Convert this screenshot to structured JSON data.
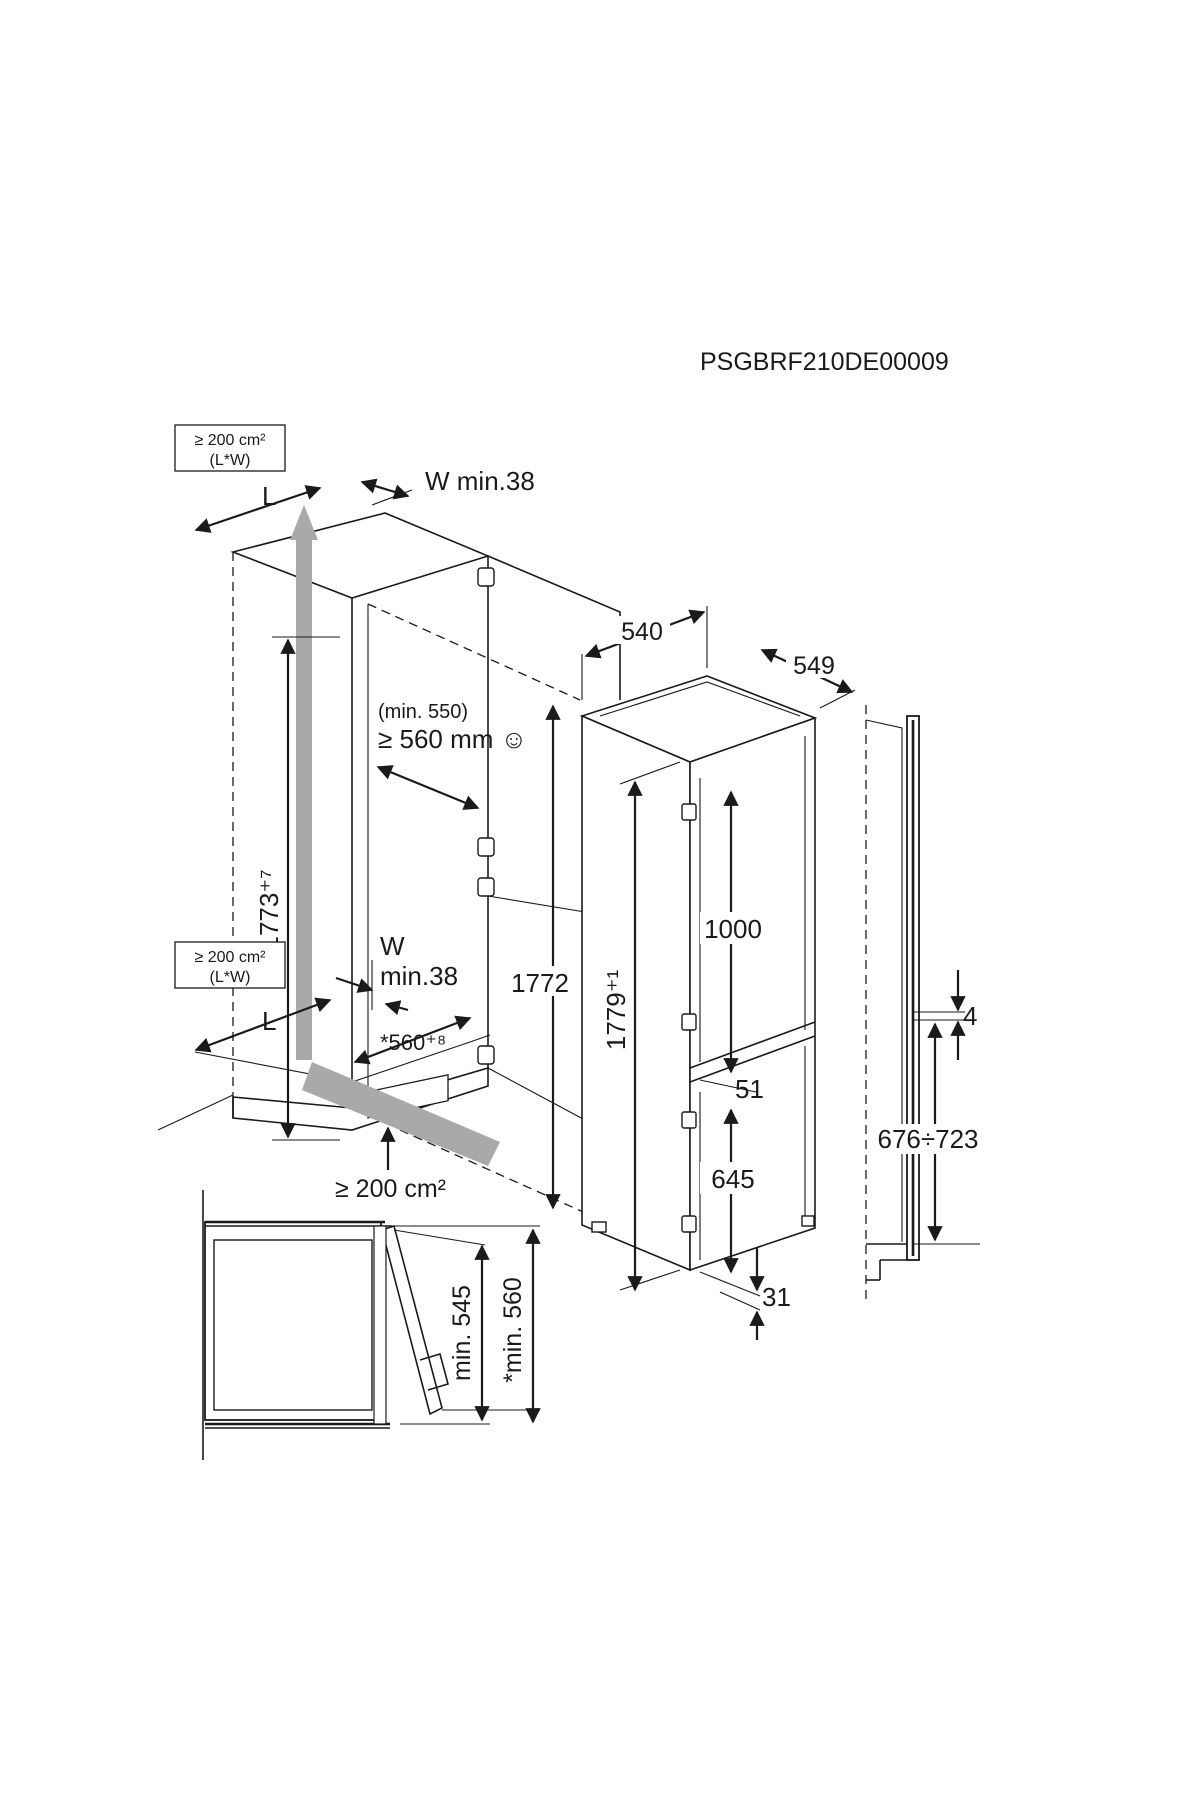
{
  "document_code": "PSGBRF210DE00009",
  "colors": {
    "line": "#1a1a1a",
    "airflow": "#a9a9a9",
    "background": "#ffffff"
  },
  "labels": {
    "top_vent_area": "≥ 200 cm²",
    "top_vent_formula": "(L*W)",
    "top_length": "L",
    "top_width": "W min.38",
    "niche_height": "1773⁺⁷",
    "depth_min": "(min. 550)",
    "depth_pref": "≥ 560 mm ☺",
    "bottom_vent_area": "≥ 200 cm²",
    "bottom_vent_formula": "(L*W)",
    "bottom_width_w": "W",
    "bottom_width_min": "min.38",
    "bottom_length": "L",
    "niche_width": "*560⁺⁸",
    "plinth_vent_area": "≥ 200 cm²",
    "appliance_width": "540",
    "appliance_depth": "549",
    "appliance_height": "1772",
    "total_height": "1779⁺¹",
    "upper_door": "1000",
    "gap_mid": "51",
    "lower_door": "645",
    "gap_bottom": "31",
    "rail_gap": "4",
    "rail_range": "676÷723",
    "side_min_545": "min. 545",
    "side_min_560": "*min. 560"
  }
}
